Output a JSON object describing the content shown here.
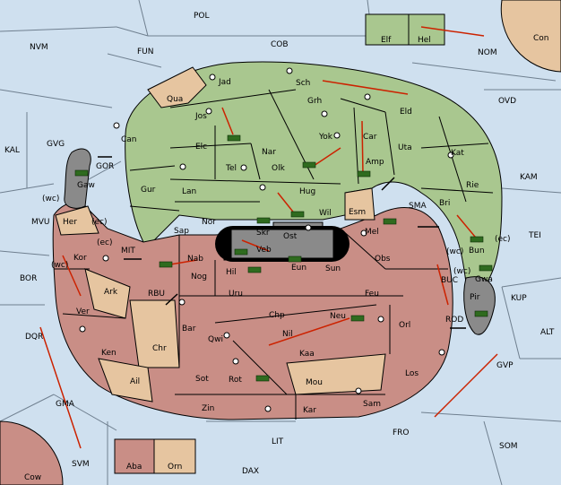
{
  "colors": {
    "sea": "#cfe0ef",
    "green_power": "#a9c78f",
    "red_power": "#c98e86",
    "neutral": "#e6c5a0",
    "impassable": "#8a8a8a",
    "order_arrow": "#cc2200",
    "support_arrow": "#ffee00"
  },
  "sea_labels": [
    "POL",
    "NVM",
    "FUN",
    "COB",
    "Con",
    "NOM",
    "OVD",
    "KAL",
    "GVG",
    "GOR",
    "KAM",
    "SMA",
    "TEI",
    "MVU",
    "MIT",
    "BOR",
    "RBU",
    "BUC",
    "KUP",
    "ROD",
    "ALT",
    "DQR",
    "GVP",
    "GMA",
    "FRO",
    "SOM",
    "LIT",
    "SVM",
    "DAX",
    "Cow",
    "Elf",
    "Hel"
  ],
  "green_labels": [
    "Jad",
    "Sch",
    "Qua",
    "Jos",
    "Grh",
    "Eld",
    "Can",
    "Elc",
    "Nar",
    "Yok",
    "Car",
    "Uta",
    "Kat",
    "Tel",
    "Olk",
    "Amp",
    "Gur",
    "Lan",
    "Hug",
    "Rie",
    "Bri",
    "Nor",
    "Skr",
    "Wil",
    "Esm",
    "Sap",
    "Ost",
    "Gaw",
    "Bun",
    "Gwa"
  ],
  "red_labels": [
    "Her",
    "Kor",
    "Mel",
    "Veb",
    "Nab",
    "Hil",
    "Eun",
    "Sun",
    "Obs",
    "Nog",
    "Ark",
    "Uru",
    "Feu",
    "Ver",
    "Chp",
    "Neu",
    "Orl",
    "Bar",
    "Qwi",
    "Nil",
    "Ken",
    "Chr",
    "Kaa",
    "Rot",
    "Mou",
    "Los",
    "Ail",
    "Sot",
    "Zin",
    "Kar",
    "Sam",
    "Pir",
    "Aba",
    "Orn"
  ],
  "coast_tags": [
    "(wc)",
    "(ec)",
    "(ec)",
    "(wc)",
    "(wc)",
    "(ec)",
    "(wc)"
  ],
  "units_count": 26
}
